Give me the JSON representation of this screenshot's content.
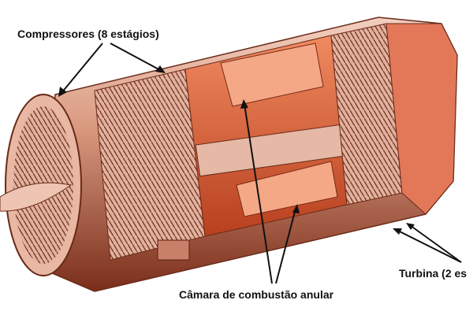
{
  "labels": {
    "compressor": "Compressores (8 estágios)",
    "combustion": "Câmara de combustão anular",
    "turbine": "Turbina (2 es"
  },
  "colors": {
    "casing": "#d89a80",
    "casing_dark": "#8a3a22",
    "interior": "#e86a40",
    "highlight": "#f4d0c0"
  }
}
